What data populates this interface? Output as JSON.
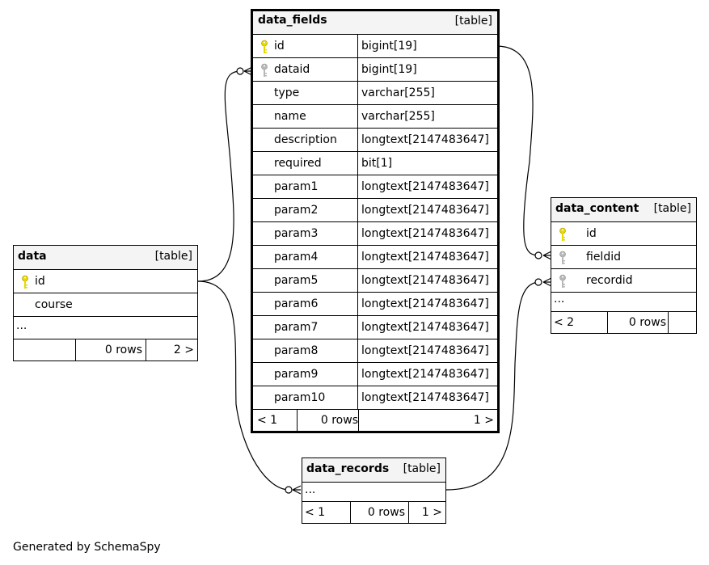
{
  "tables": {
    "data_fields": {
      "name": "data_fields",
      "kind": "[table]",
      "columns": [
        {
          "name": "id",
          "type": "bigint[19]",
          "key": "primary"
        },
        {
          "name": "dataid",
          "type": "bigint[19]",
          "key": "foreign"
        },
        {
          "name": "type",
          "type": "varchar[255]",
          "key": ""
        },
        {
          "name": "name",
          "type": "varchar[255]",
          "key": ""
        },
        {
          "name": "description",
          "type": "longtext[2147483647]",
          "key": ""
        },
        {
          "name": "required",
          "type": "bit[1]",
          "key": ""
        },
        {
          "name": "param1",
          "type": "longtext[2147483647]",
          "key": ""
        },
        {
          "name": "param2",
          "type": "longtext[2147483647]",
          "key": ""
        },
        {
          "name": "param3",
          "type": "longtext[2147483647]",
          "key": ""
        },
        {
          "name": "param4",
          "type": "longtext[2147483647]",
          "key": ""
        },
        {
          "name": "param5",
          "type": "longtext[2147483647]",
          "key": ""
        },
        {
          "name": "param6",
          "type": "longtext[2147483647]",
          "key": ""
        },
        {
          "name": "param7",
          "type": "longtext[2147483647]",
          "key": ""
        },
        {
          "name": "param8",
          "type": "longtext[2147483647]",
          "key": ""
        },
        {
          "name": "param9",
          "type": "longtext[2147483647]",
          "key": ""
        },
        {
          "name": "param10",
          "type": "longtext[2147483647]",
          "key": ""
        }
      ],
      "footer": {
        "parents": "< 1",
        "rows": "0 rows",
        "children": "1 >"
      }
    },
    "data": {
      "name": "data",
      "kind": "[table]",
      "columns": [
        {
          "name": "id",
          "key": "primary"
        },
        {
          "name": "course",
          "key": ""
        }
      ],
      "ellipsis": "...",
      "footer": {
        "parents": "",
        "rows": "0 rows",
        "children": "2 >"
      }
    },
    "data_content": {
      "name": "data_content",
      "kind": "[table]",
      "columns": [
        {
          "name": "id",
          "key": "primary"
        },
        {
          "name": "fieldid",
          "key": "foreign"
        },
        {
          "name": "recordid",
          "key": "foreign"
        }
      ],
      "ellipsis": "...",
      "footer": {
        "parents": "< 2",
        "rows": "0 rows",
        "children": ""
      }
    },
    "data_records": {
      "name": "data_records",
      "kind": "[table]",
      "ellipsis": "...",
      "footer": {
        "parents": "< 1",
        "rows": "0 rows",
        "children": "1 >"
      }
    }
  },
  "key_colors": {
    "primary": "#e8d800",
    "foreign": "#b8b8b8"
  },
  "relationships": [
    {
      "from": "data.id",
      "to": "data_fields.dataid"
    },
    {
      "from": "data_fields.id",
      "to": "data_content.fieldid"
    },
    {
      "from": "data.id",
      "to": "data_records"
    },
    {
      "from": "data_records",
      "to": "data_content.recordid"
    }
  ],
  "footer_text": "Generated by SchemaSpy"
}
